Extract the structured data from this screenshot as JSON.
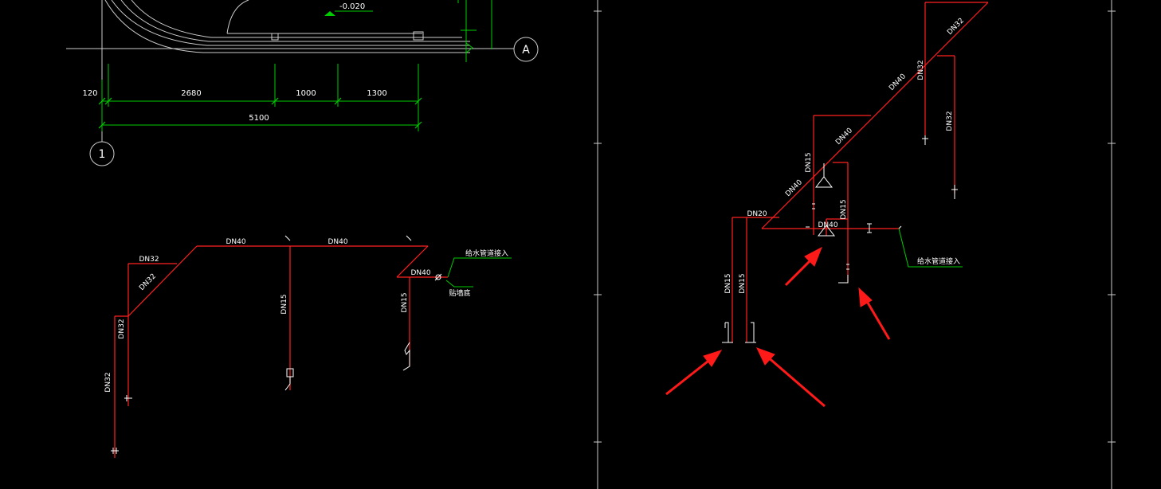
{
  "colors": {
    "background": "#000000",
    "pipe": "#ff2020",
    "dimension": "#00cc00",
    "white": "#ffffff",
    "border": "#cccccc",
    "arrow": "#ff1a1a"
  },
  "plan": {
    "elevation": "-0.020",
    "axis_a": "A",
    "axis_1": "1",
    "dims": {
      "d120": "120",
      "d2680": "2680",
      "d1000": "1000",
      "d1300": "1300",
      "d5100": "5100"
    }
  },
  "left_iso": {
    "dn32_a": "DN32",
    "dn32_b": "DN32",
    "dn32_c": "DN32",
    "dn32_d": "DN32",
    "dn40_a": "DN40",
    "dn40_b": "DN40",
    "dn40_c": "DN40",
    "dn15_a": "DN15",
    "dn15_b": "DN15",
    "inlet_label": "给水管道接入",
    "floor_label": "贴墙底"
  },
  "right_iso": {
    "dn32_a": "DN32",
    "dn32_b": "DN32",
    "dn32_c": "DN32",
    "dn40_a": "DN40",
    "dn40_b": "DN40",
    "dn40_c": "DN40",
    "dn40_d": "DN40",
    "dn15_a": "DN15",
    "dn15_b": "DN15",
    "dn15_c": "DN15",
    "dn15_d": "DN15",
    "dn20": "DN20",
    "inlet_label": "给水管道接入"
  }
}
